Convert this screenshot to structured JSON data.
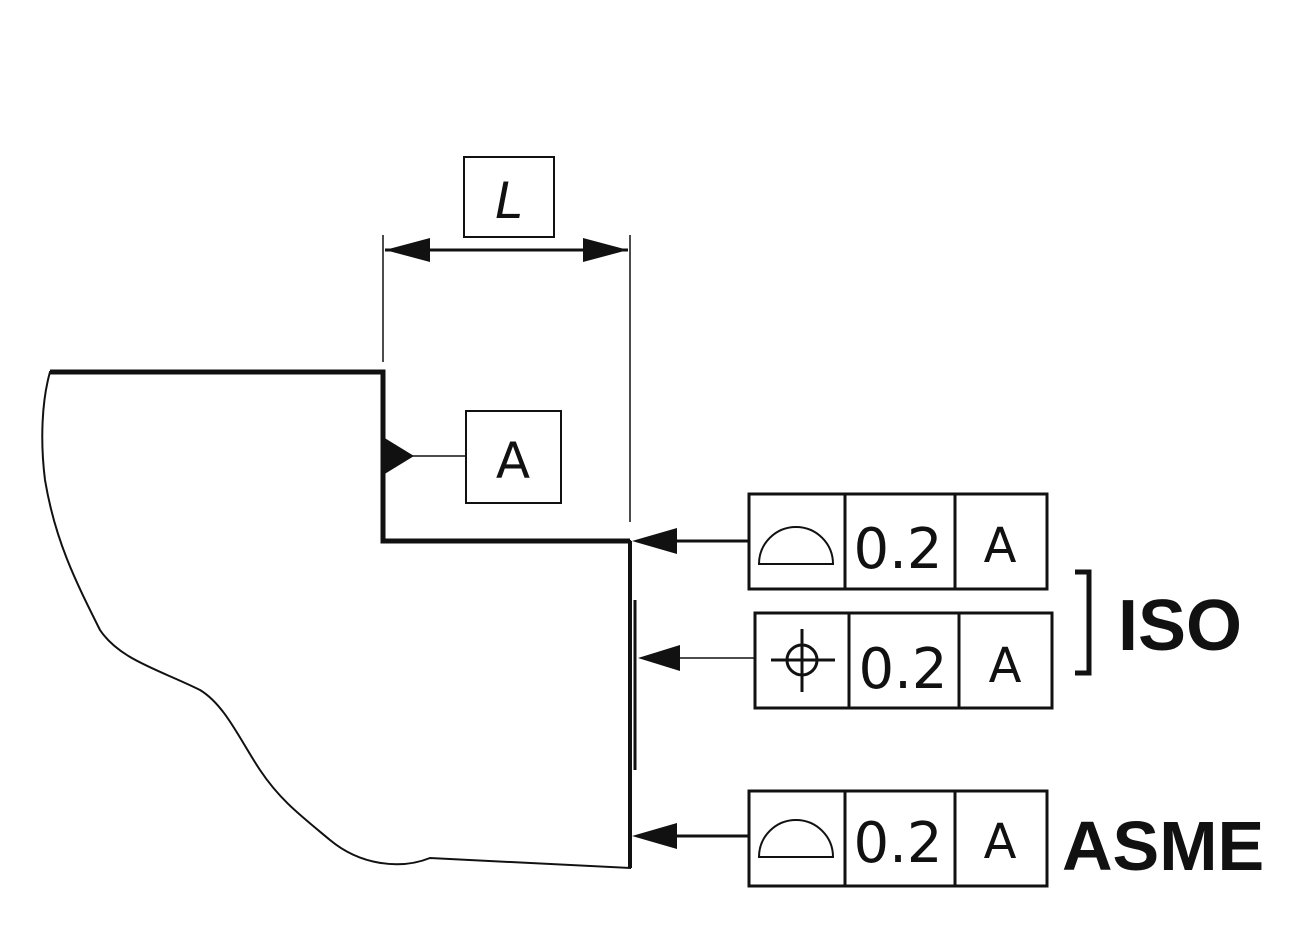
{
  "dimension": {
    "label": "L"
  },
  "datum": {
    "label": "A"
  },
  "frames": [
    {
      "symbol": "profile-of-a-line-icon",
      "tolerance": "0.2",
      "datum": "A"
    },
    {
      "symbol": "position-icon",
      "tolerance": "0.2",
      "datum": "A"
    },
    {
      "symbol": "profile-of-a-line-icon",
      "tolerance": "0.2",
      "datum": "A"
    }
  ],
  "standards": {
    "iso": "ISO",
    "asme": "ASME"
  }
}
